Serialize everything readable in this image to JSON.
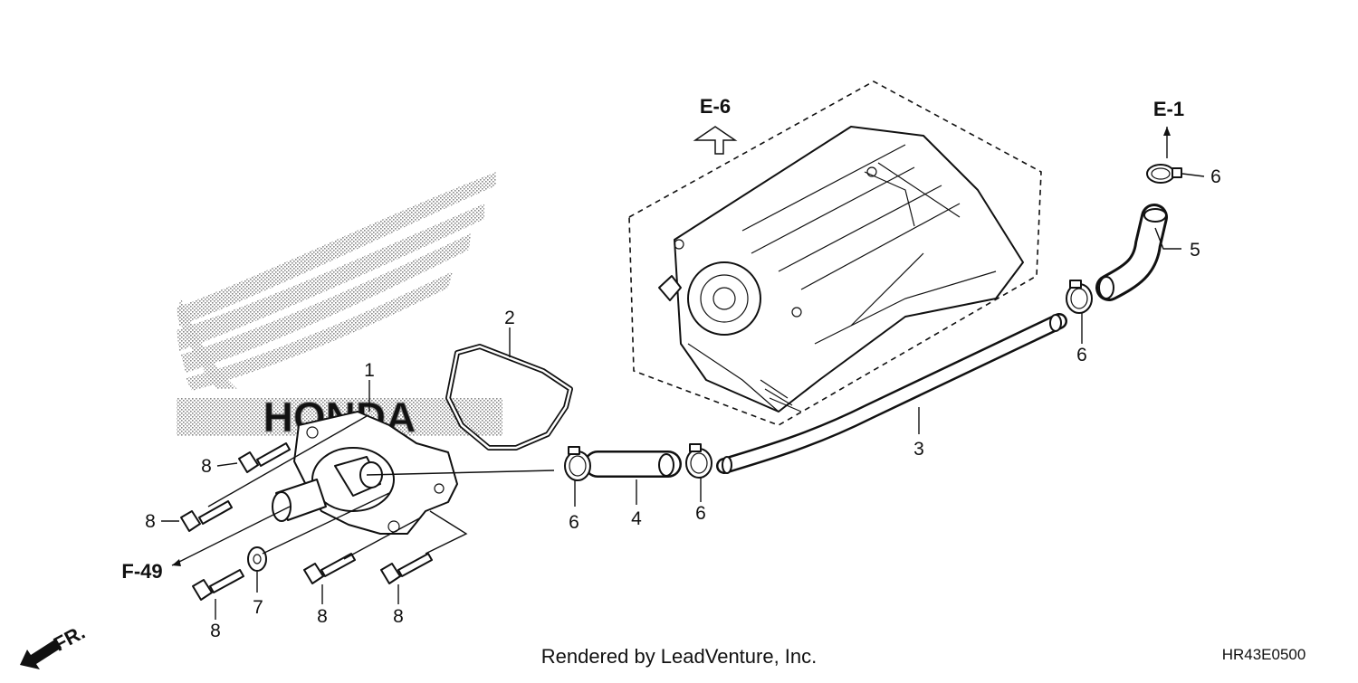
{
  "diagram": {
    "callouts": {
      "c1": "1",
      "c2": "2",
      "c3": "3",
      "c4": "4",
      "c5": "5",
      "c6a": "6",
      "c6b": "6",
      "c6c": "6",
      "c6d": "6",
      "c7": "7",
      "c8a": "8",
      "c8b": "8",
      "c8c": "8",
      "c8d": "8",
      "c8e": "8"
    },
    "refs": {
      "e6": "E-6",
      "e1": "E-1",
      "f49": "F-49",
      "fr": "FR."
    },
    "watermark": "HONDA",
    "footer": "Rendered by LeadVenture, Inc.",
    "diagram_code": "HR43E0500"
  }
}
